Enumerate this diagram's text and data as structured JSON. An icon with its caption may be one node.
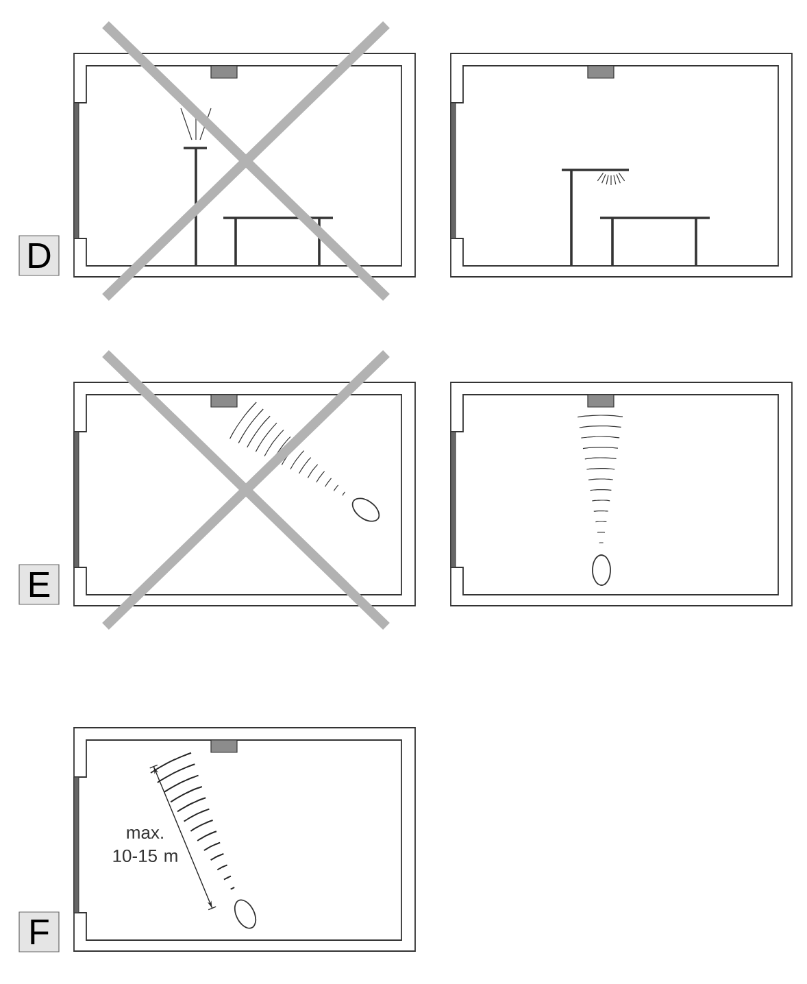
{
  "diagram": {
    "nodes": [
      {
        "text": [
          "D"
        ]
      },
      {
        "text": [
          "E"
        ]
      },
      {
        "text": [
          "F"
        ]
      }
    ],
    "labels": [
      "max. 10-15 m"
    ]
  }
}
